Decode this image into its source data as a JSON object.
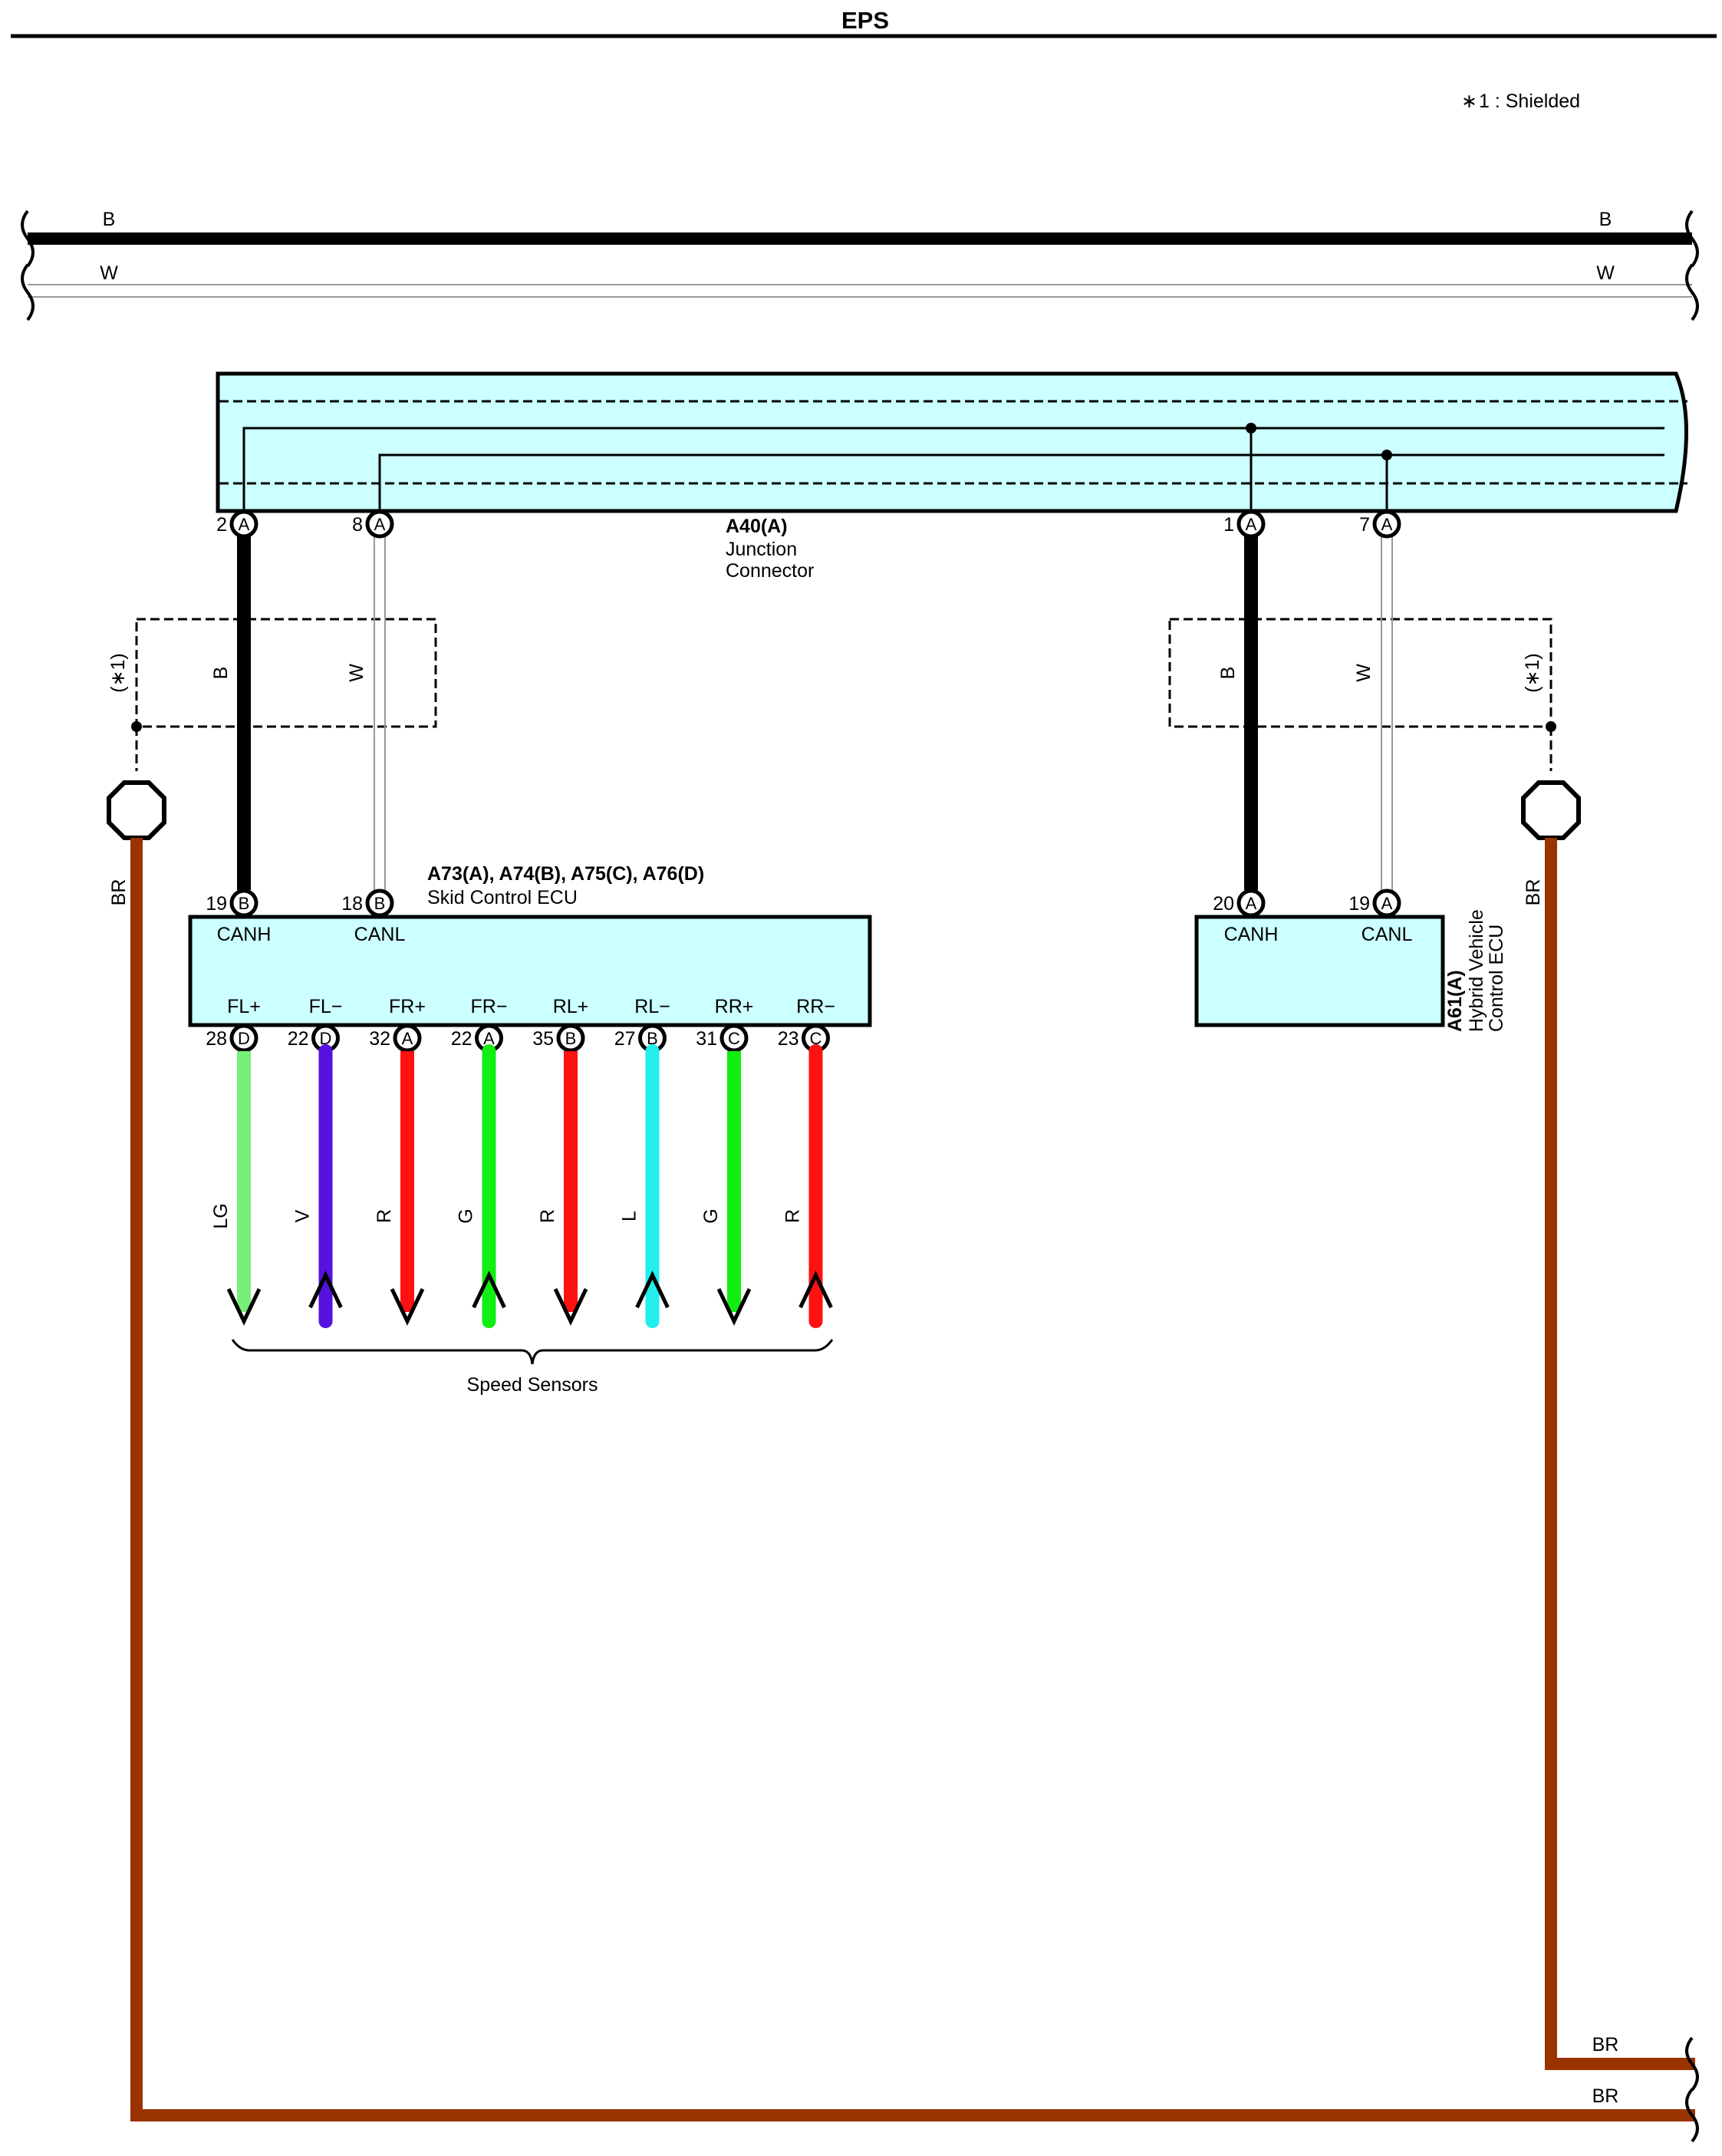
{
  "title": "EPS",
  "legend": {
    "symbol": "∗",
    "text": "1 : Shielded"
  },
  "shield_label": "(∗1)",
  "top_bus": {
    "wire_b": {
      "left": "B",
      "right": "B"
    },
    "wire_w": {
      "left": "W",
      "right": "W"
    }
  },
  "junction_connector": {
    "code": "A40(A)",
    "name_line1": "Junction",
    "name_line2": "Connector",
    "pins": [
      {
        "num": "2",
        "letter": "A"
      },
      {
        "num": "8",
        "letter": "A"
      },
      {
        "num": "1",
        "letter": "A"
      },
      {
        "num": "7",
        "letter": "A"
      }
    ]
  },
  "skid_ecu": {
    "code": "A73(A), A74(B), A75(C), A76(D)",
    "name": "Skid Control ECU",
    "can_pins": [
      {
        "num": "19",
        "letter": "B",
        "label": "CANH",
        "wire": "B"
      },
      {
        "num": "18",
        "letter": "B",
        "label": "CANL",
        "wire": "W"
      }
    ],
    "sensor_pins": [
      {
        "label": "FL+",
        "num": "28",
        "letter": "D",
        "wire": "LG",
        "color": "#77ee77",
        "dir": "down"
      },
      {
        "label": "FL−",
        "num": "22",
        "letter": "D",
        "wire": "V",
        "color": "#5511dd",
        "dir": "up"
      },
      {
        "label": "FR+",
        "num": "32",
        "letter": "A",
        "wire": "R",
        "color": "#ff1111",
        "dir": "down"
      },
      {
        "label": "FR−",
        "num": "22",
        "letter": "A",
        "wire": "G",
        "color": "#11ee11",
        "dir": "up"
      },
      {
        "label": "RL+",
        "num": "35",
        "letter": "B",
        "wire": "R",
        "color": "#ff1111",
        "dir": "down"
      },
      {
        "label": "RL−",
        "num": "27",
        "letter": "B",
        "wire": "L",
        "color": "#22eeee",
        "dir": "up"
      },
      {
        "label": "RR+",
        "num": "31",
        "letter": "C",
        "wire": "G",
        "color": "#11ee11",
        "dir": "down"
      },
      {
        "label": "RR−",
        "num": "23",
        "letter": "C",
        "wire": "R",
        "color": "#ff1111",
        "dir": "up"
      }
    ],
    "sensors_label": "Speed Sensors"
  },
  "hv_ecu": {
    "code": "A61(A)",
    "name_line1": "Hybrid Vehicle",
    "name_line2": "Control ECU",
    "can_pins": [
      {
        "num": "20",
        "letter": "A",
        "label": "CANH",
        "wire": "B"
      },
      {
        "num": "19",
        "letter": "A",
        "label": "CANL",
        "wire": "W"
      }
    ]
  },
  "ground_wires": {
    "left": "BR",
    "right": "BR",
    "bottom_upper": "BR",
    "bottom_lower": "BR"
  },
  "colors": {
    "ecu_fill": "#ccffff",
    "brown": "#993300",
    "black": "#000000",
    "white_wire_outline": "#999999"
  }
}
